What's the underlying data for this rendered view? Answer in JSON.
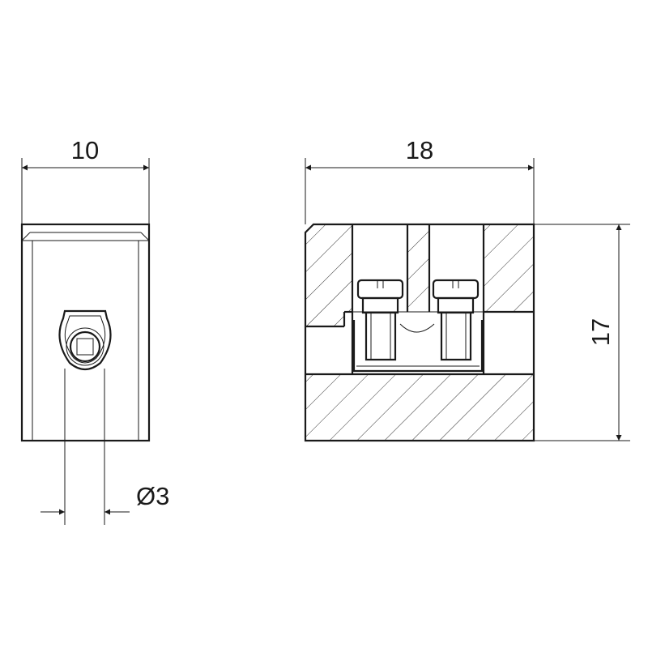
{
  "dimensions": {
    "front_width": "10",
    "side_width": "18",
    "height": "17",
    "hole_diameter": "Ø3"
  },
  "colors": {
    "line": "#1a1a1a",
    "background": "#ffffff"
  }
}
